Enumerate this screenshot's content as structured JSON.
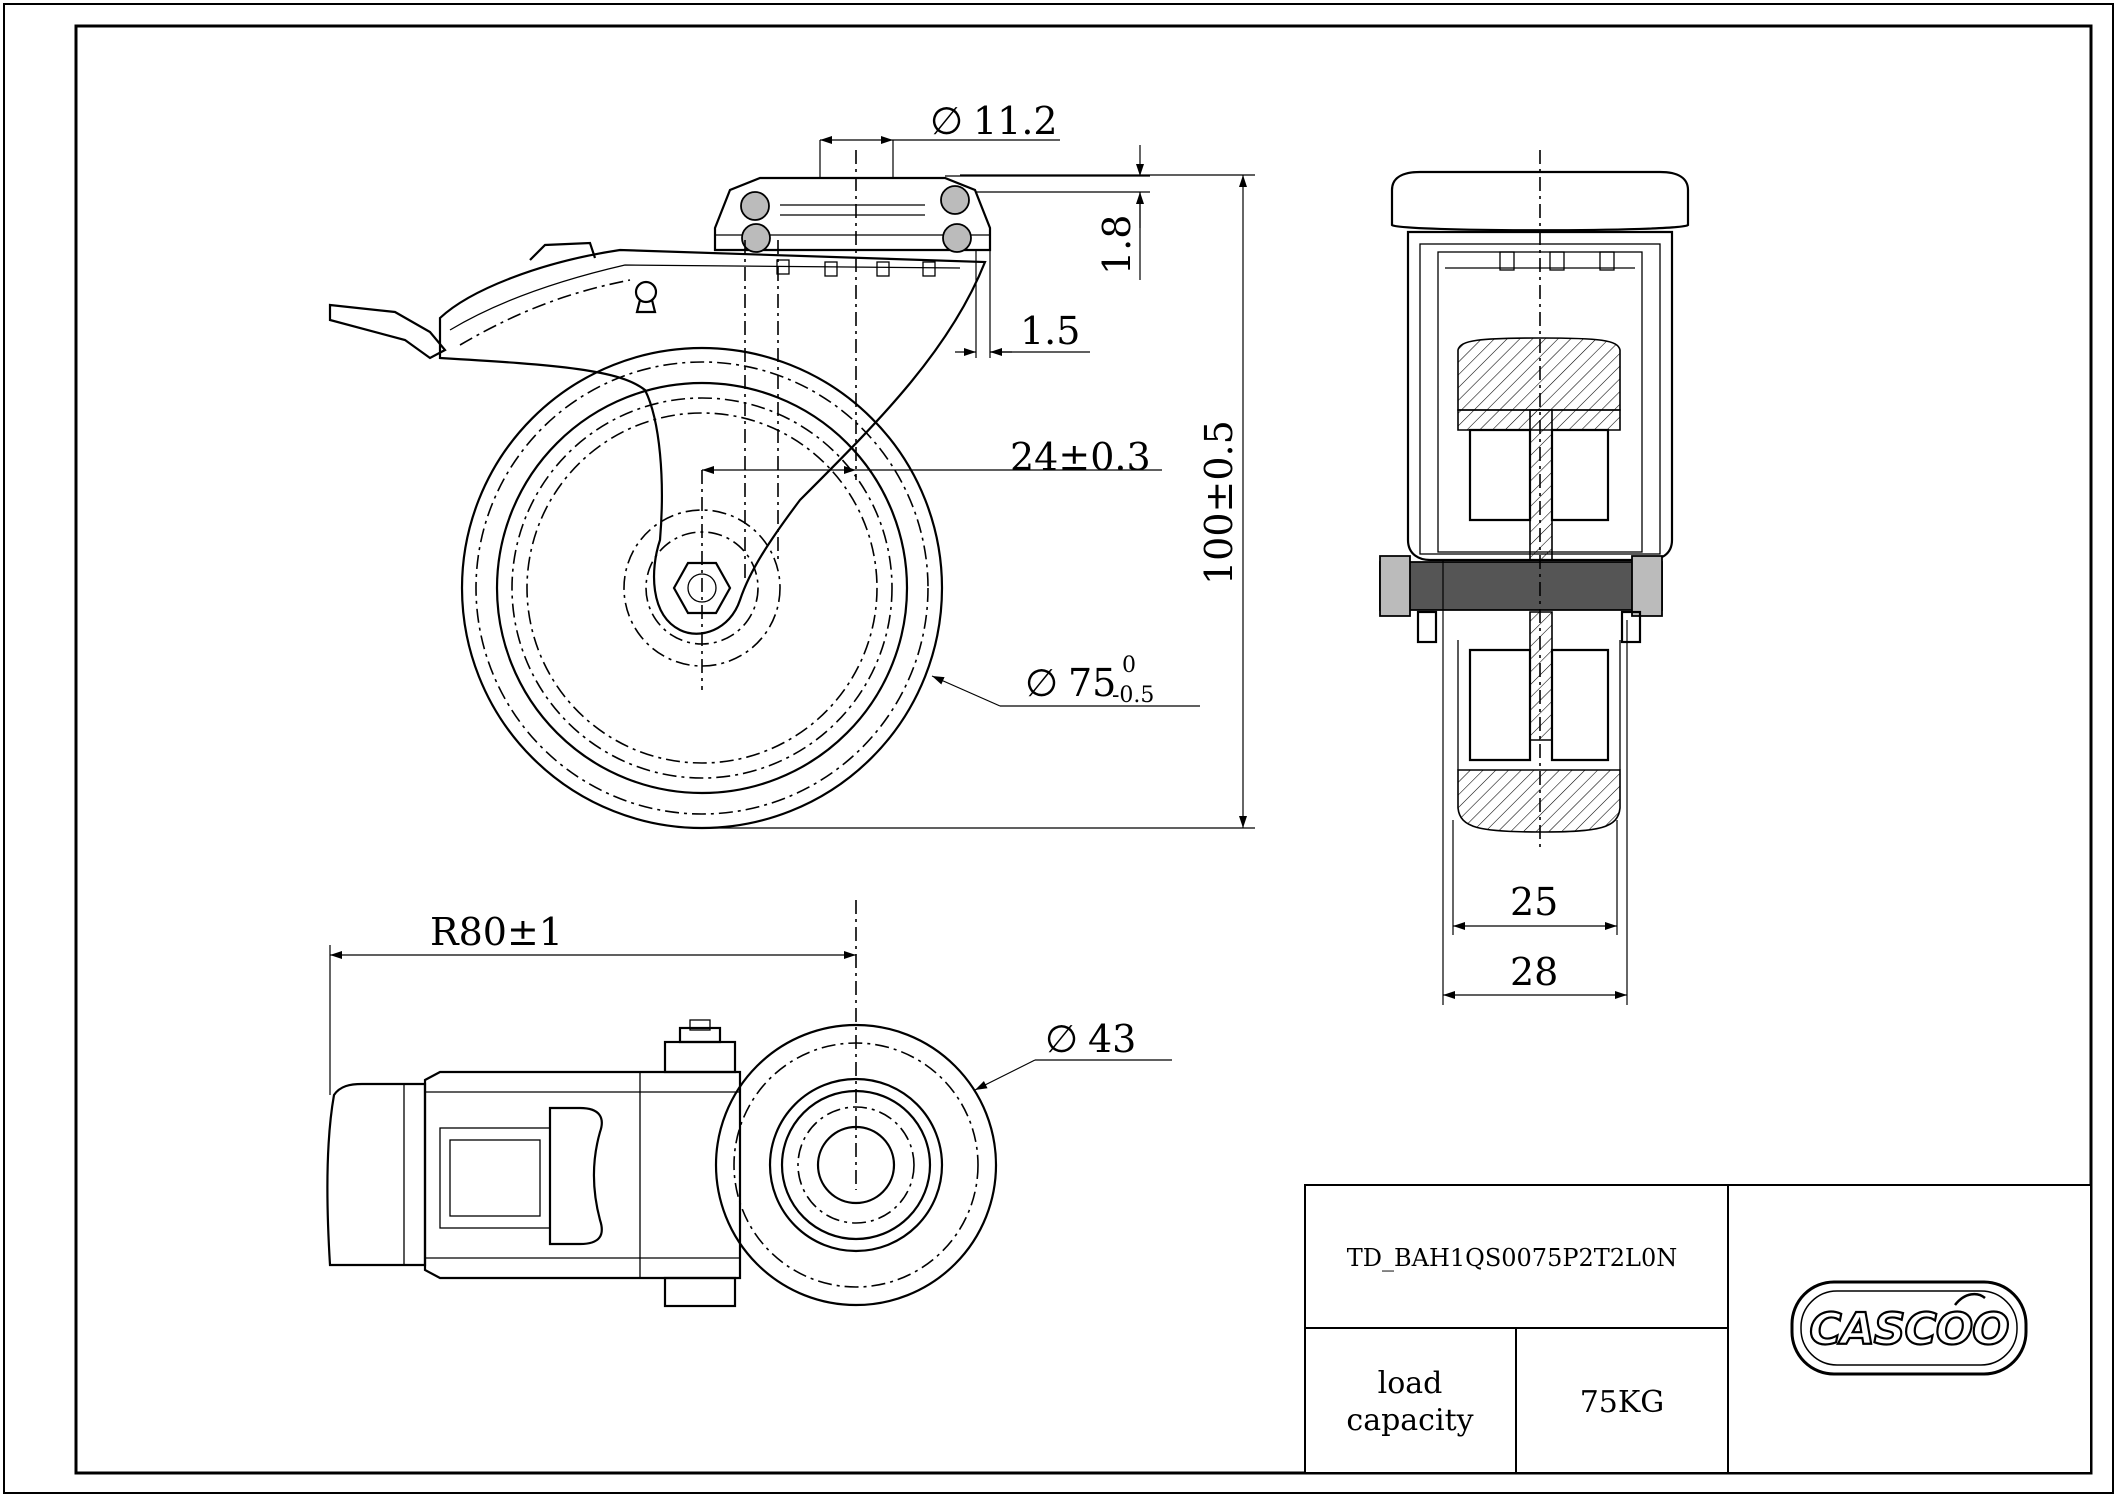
{
  "dimensions": {
    "stem_diameter": "11.2",
    "cap_height": "1.8",
    "plate_thickness": "1.5",
    "swivel_offset": "24±0.3",
    "total_height": "100±0.5",
    "wheel_diameter_main": "75",
    "wheel_diameter_tol_upper": "0",
    "wheel_diameter_tol_lower": "-0.5",
    "swivel_radius": "R80±1",
    "hub_diameter": "43",
    "tread_width": "25",
    "fork_width": "28"
  },
  "symbols": {
    "diameter": "∅"
  },
  "title_block": {
    "drawing_number": "TD_BAH1QS0075P2T2L0N",
    "load_label_line1": "load",
    "load_label_line2": "capacity",
    "load_value": "75KG",
    "logo_text": "CASCOO"
  },
  "colors": {
    "line": "#000000",
    "background": "#ffffff",
    "hatch_fill": "#555555"
  }
}
